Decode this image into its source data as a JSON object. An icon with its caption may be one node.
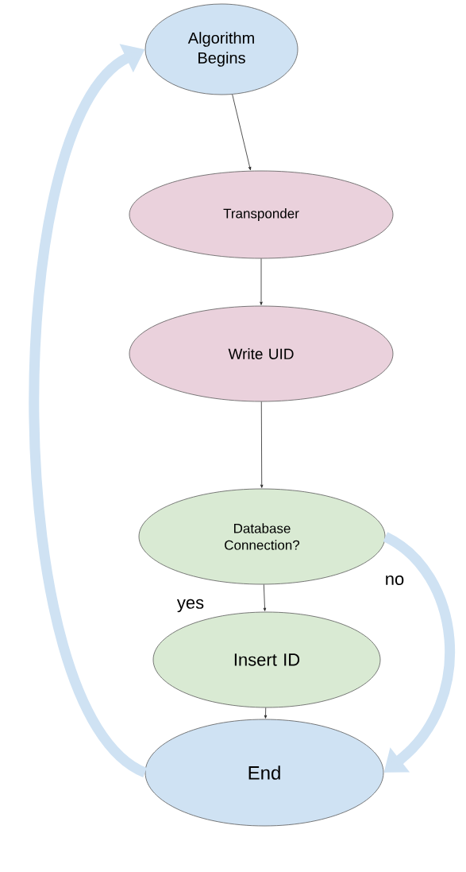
{
  "diagram": {
    "nodes": [
      {
        "text": [
          "Algorithm Begins"
        ]
      },
      {
        "text": [
          "Transponder"
        ]
      },
      {
        "text": [
          "Write UID"
        ]
      },
      {
        "text": [
          "Database Connection?"
        ]
      },
      {
        "text": [
          "Insert ID"
        ]
      },
      {
        "text": [
          "End"
        ]
      }
    ],
    "edges": [
      {
        "from": 0,
        "to": 1,
        "arrow": "to"
      },
      {
        "from": 1,
        "to": 2,
        "arrow": "to"
      },
      {
        "from": 2,
        "to": 3,
        "arrow": "to"
      },
      {
        "from": 3,
        "to": 4,
        "arrow": "to",
        "label": "yes"
      },
      {
        "from": 4,
        "to": 5,
        "arrow": "to"
      },
      {
        "from": 3,
        "to": 5,
        "arrow": "to",
        "label": "no",
        "style": "thick",
        "color": "#cfe2f3"
      },
      {
        "from": 5,
        "to": 0,
        "arrow": "to",
        "style": "thick",
        "color": "#cfe2f3"
      }
    ]
  }
}
